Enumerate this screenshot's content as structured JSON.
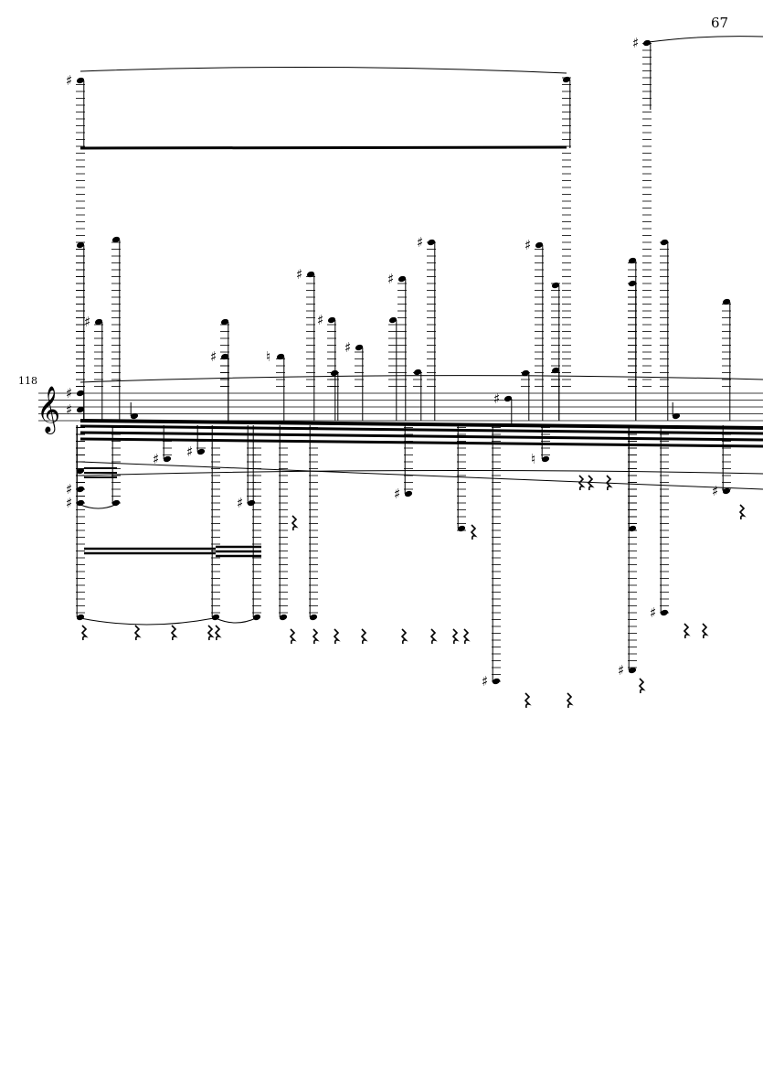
{
  "page_number": "67",
  "measure_number": "118",
  "clef": "treble-clef",
  "key_signature": "sharps",
  "colors": {
    "ink": "#000000",
    "paper": "#ffffff"
  }
}
